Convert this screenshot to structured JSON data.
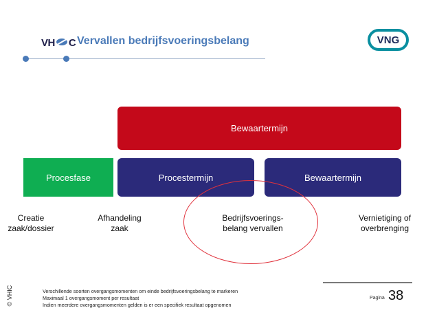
{
  "header": {
    "logo_text": "VHIC",
    "title": "Vervallen bedrijfsvoeringsbelang",
    "partner_logo_text": "VNG"
  },
  "diagram": {
    "top_bar": "Bewaartermijn",
    "process_phase": "Procesfase",
    "middle_left": "Procestermijn",
    "middle_right": "Bewaartermijn",
    "labels": [
      [
        "Creatie",
        "zaak/dossier"
      ],
      [
        "Afhandeling",
        "zaak"
      ],
      [
        "Bedrijfsvoerings-",
        "belang vervallen"
      ],
      [
        "Vernietiging of",
        "overbrenging"
      ]
    ]
  },
  "footer": {
    "copyright": "© VHIC",
    "notes": [
      "Verschillende soorten overgangsmomenten om einde bedrijfsvoeringsbelang te markeren",
      "Maximaal 1 overgangsmoment per resultaat",
      "Indien meerdere overgangsmomenten gelden is er een specifiek resultaat opgenomen"
    ],
    "page_label": "Pagina",
    "page_number": "38"
  },
  "colors": {
    "title": "#4a7ab8",
    "red": "#c4091a",
    "green": "#0fae52",
    "navy": "#2b2a7a",
    "ellipse": "#e0323c",
    "vng_ring": "#0a8fa0"
  },
  "icons": [
    "vhic-logo",
    "vng-logo"
  ]
}
